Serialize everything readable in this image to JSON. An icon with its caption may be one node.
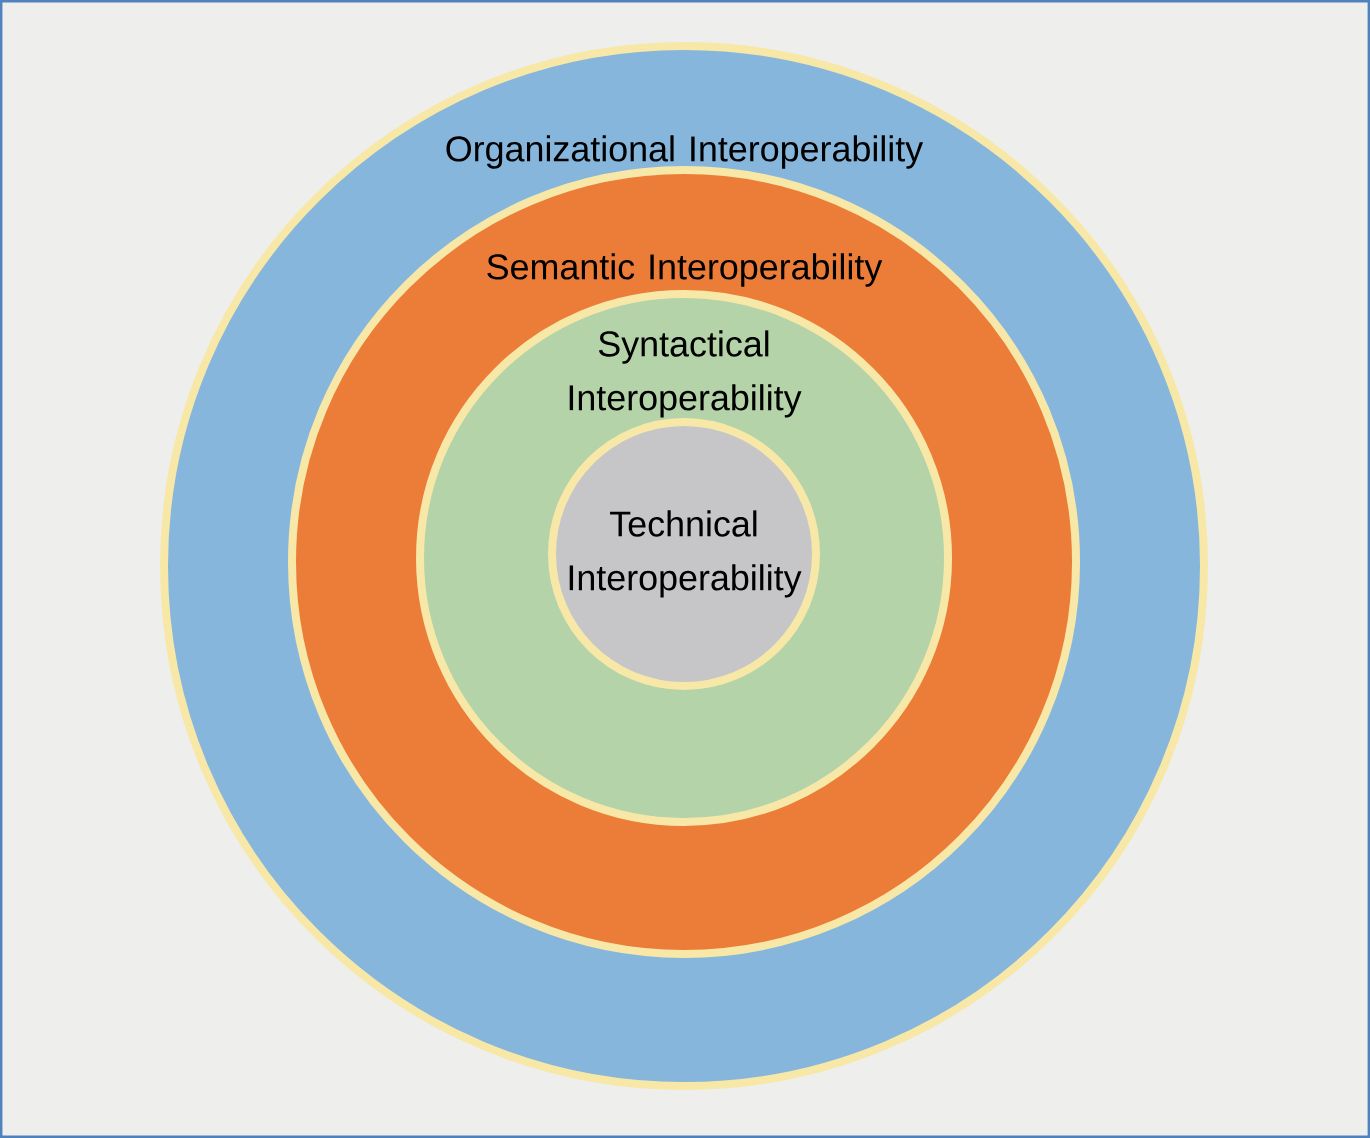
{
  "diagram": {
    "nodes": [
      {
        "text": [
          "Organizational Interoperability"
        ]
      },
      {
        "text": [
          "Semantic Interoperability"
        ],
        "in": 0
      },
      {
        "text": [
          "Syntactical Interoperability"
        ],
        "in": 1
      },
      {
        "text": [
          "Technical Interoperability"
        ],
        "in": 2
      }
    ]
  }
}
